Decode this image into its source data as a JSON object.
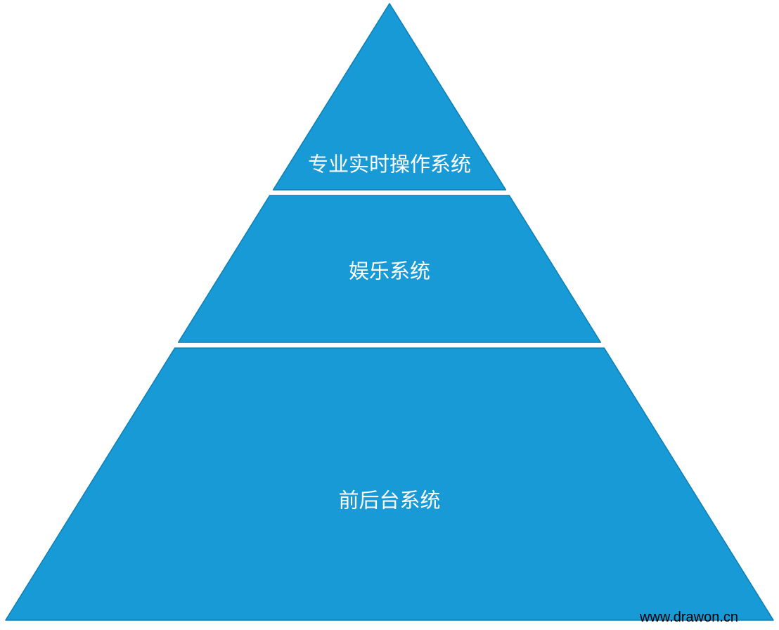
{
  "diagram": {
    "type": "pyramid",
    "tiers": [
      {
        "id": "top",
        "label": "专业实时操作系统"
      },
      {
        "id": "middle",
        "label": "娱乐系统"
      },
      {
        "id": "bottom",
        "label": "前后台系统"
      }
    ],
    "colors": {
      "fill": "#189ad6",
      "stroke": "#0f7fb5",
      "text": "#ffffff",
      "background": "#ffffff",
      "watermark": "#000000"
    }
  },
  "watermark": {
    "text": "www.drawon.cn"
  }
}
